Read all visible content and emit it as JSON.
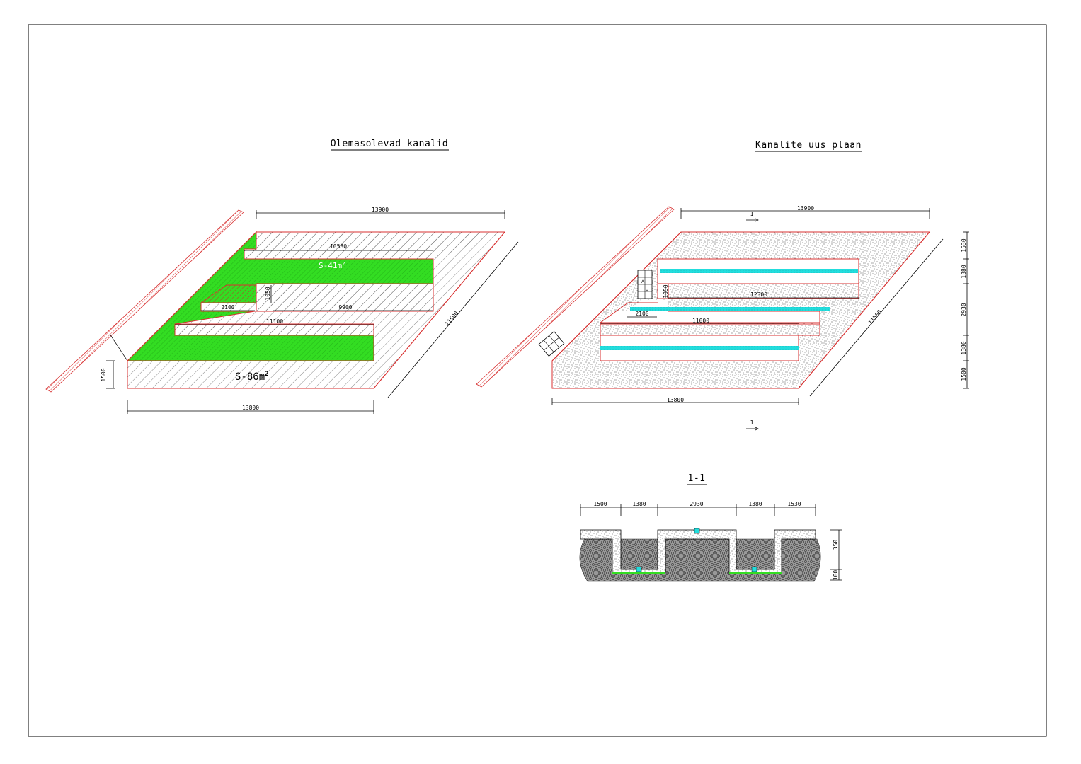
{
  "titles": {
    "existing": "Olemasolevad kanalid",
    "new_plan": "Kanalite uus plaan",
    "section": "1-1"
  },
  "existing_plan": {
    "dims": {
      "top": "13900",
      "inner_top": "10580",
      "left_small": "2100",
      "right_mid": "9900",
      "vertical_small": "1050",
      "mid": "11100",
      "bottom": "13800",
      "left_vert": "1500",
      "diagonal": "11500"
    },
    "area_green": "S-41m",
    "area_green_sup": "2",
    "area_total": "S-86m",
    "area_total_sup": "2"
  },
  "new_plan": {
    "dims": {
      "top": "13900",
      "mid": "12300",
      "lower": "11000",
      "small": "2100",
      "vertical_small": "1050",
      "bottom": "13800",
      "diagonal": "11500",
      "right_1": "1530",
      "right_2": "1380",
      "right_3": "2930",
      "right_4": "1380",
      "right_5": "1500"
    },
    "section_marker_top": "1",
    "section_marker_bottom": "1"
  },
  "section": {
    "dims": [
      "1500",
      "1380",
      "2930",
      "1380",
      "1530"
    ],
    "vert_top": "350",
    "vert_bottom": "100"
  },
  "colors": {
    "outline": "#d83030",
    "green_fill": "#33dd22",
    "cyan": "#22dddd",
    "hatch": "#444444",
    "gravel": "#555555"
  }
}
